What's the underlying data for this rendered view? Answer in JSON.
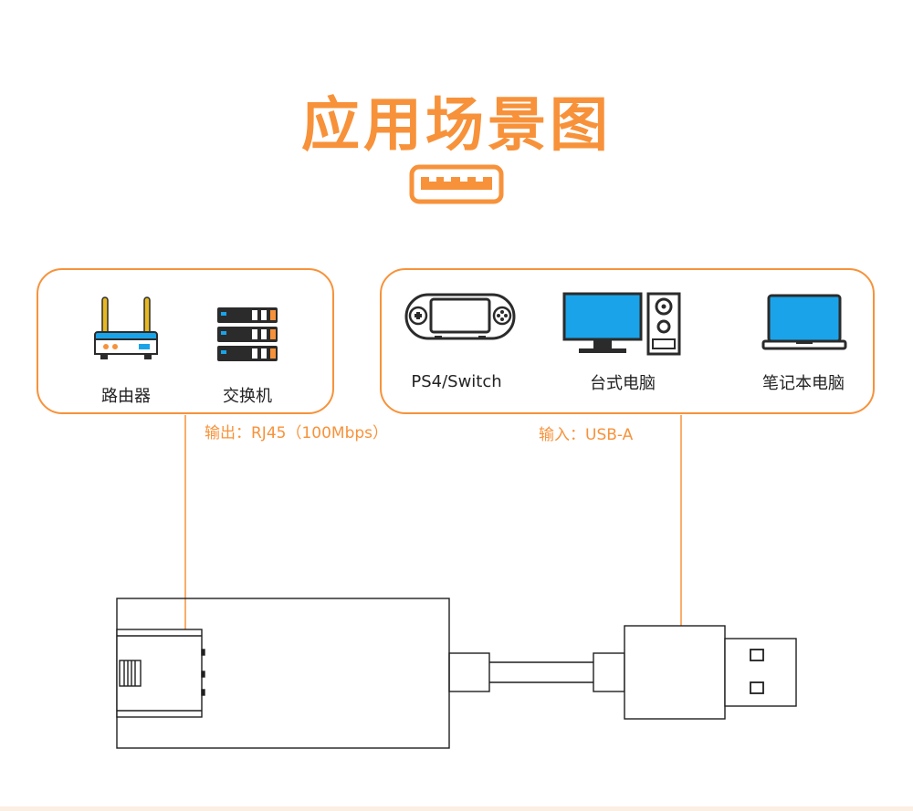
{
  "title": "应用场景图",
  "devices_output": [
    {
      "name": "路由器",
      "icon": "router-icon"
    },
    {
      "name": "交换机",
      "icon": "switch-icon"
    }
  ],
  "devices_input": [
    {
      "name": "PS4/Switch",
      "icon": "game-console-icon"
    },
    {
      "name": "台式电脑",
      "icon": "desktop-computer-icon"
    },
    {
      "name": "笔记本电脑",
      "icon": "laptop-icon"
    }
  ],
  "callouts": {
    "output": "输出：RJ45（100Mbps）",
    "input": "输入：USB-A"
  },
  "colors": {
    "accent": "#f7923a",
    "screen_blue": "#1aa3e8",
    "dark": "#2b2b2b"
  }
}
